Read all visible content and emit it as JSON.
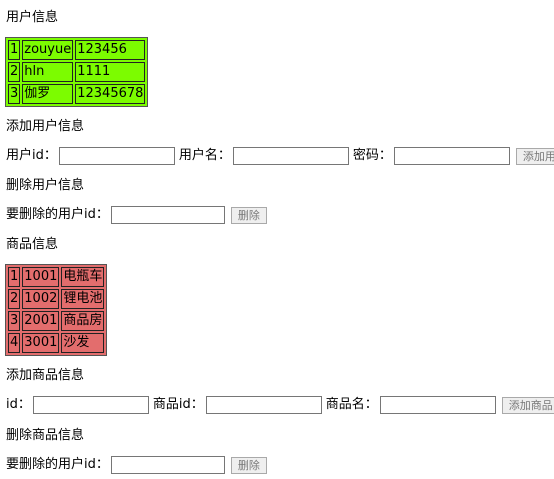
{
  "users_section": {
    "title": "用户信息",
    "rows": [
      {
        "id": "1",
        "name": "zouyue",
        "password": "123456"
      },
      {
        "id": "2",
        "name": "hln",
        "password": "1111"
      },
      {
        "id": "3",
        "name": "伽罗",
        "password": "12345678"
      }
    ],
    "color": "#7cfc00"
  },
  "add_user": {
    "title": "添加用户信息",
    "id_label": "用户id：",
    "name_label": "用户名：",
    "password_label": "密码：",
    "button_label": "添加用户"
  },
  "delete_user": {
    "title": "删除用户信息",
    "id_label": "要删除的用户id：",
    "button_label": "删除"
  },
  "goods_section": {
    "title": "商品信息",
    "rows": [
      {
        "idx": "1",
        "code": "1001",
        "name": "电瓶车"
      },
      {
        "idx": "2",
        "code": "1002",
        "name": "锂电池"
      },
      {
        "idx": "3",
        "code": "2001",
        "name": "商品房"
      },
      {
        "idx": "4",
        "code": "3001",
        "name": "沙发"
      }
    ],
    "color": "#e36d6d"
  },
  "add_goods": {
    "title": "添加商品信息",
    "id_label": "id：",
    "goods_id_label": "商品id：",
    "goods_name_label": "商品名：",
    "button_label": "添加商品"
  },
  "delete_goods": {
    "title": "删除商品信息",
    "id_label": "要删除的用户id：",
    "button_label": "删除"
  }
}
